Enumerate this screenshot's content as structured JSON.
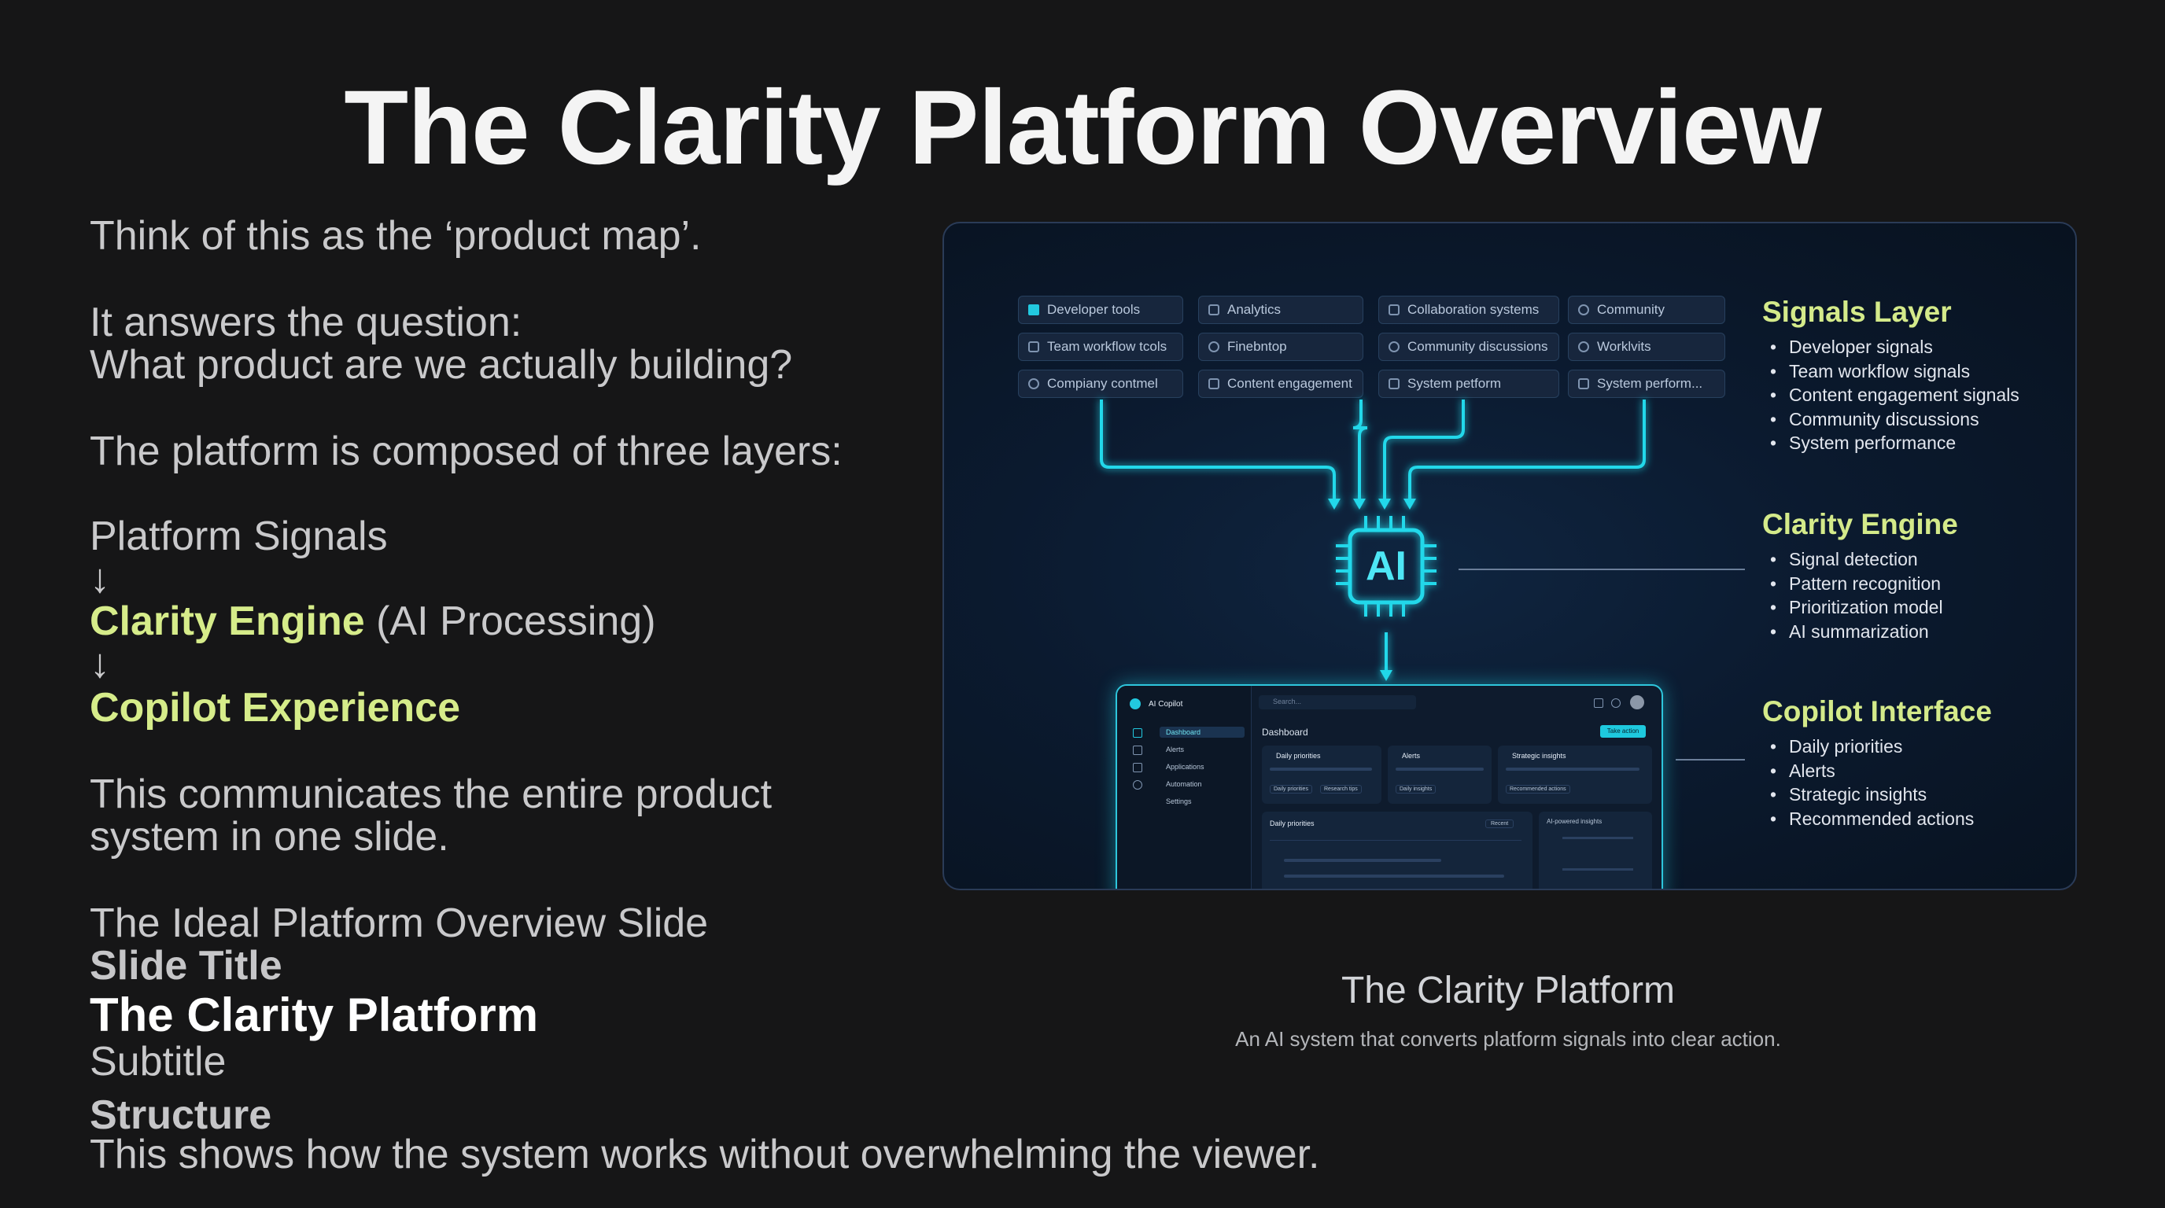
{
  "slide": {
    "title": "The Clarity Platform Overview"
  },
  "left": {
    "intro": "Think of this as the ‘product map’.",
    "question_lead": "It answers the question:",
    "question": "What product are we actually building?",
    "layers_intro": "The platform is composed of three layers:",
    "layer1": "Platform Signals",
    "arrow": "↓",
    "layer2_name": "Clarity Engine",
    "layer2_note": "(AI Processing)",
    "layer3": "Copilot Experience",
    "communicates_line1": "This communicates the entire product",
    "communicates_line2": "system in one slide.",
    "ideal_heading": "The Ideal Platform Overview Slide",
    "slide_title_label": "Slide Title",
    "slide_title_value": "The Clarity Platform",
    "subtitle_label": "Subtitle",
    "structure_label": "Structure",
    "structure_text": "This shows how the system works without overwhelming the viewer."
  },
  "diagram": {
    "tiles": [
      [
        "Developer tools",
        "Analytics",
        "Collaboration systems",
        "Community"
      ],
      [
        "Team workflow tcols",
        "Finebntop",
        "Community discussions",
        "Worklvits"
      ],
      [
        "Compiany contmel",
        "Content engagement",
        "System petform",
        "System perform..."
      ]
    ],
    "chip_label": "AI",
    "dashboard": {
      "app_name": "AI Copilot",
      "search_placeholder": "Search...",
      "page_title": "Dashboard",
      "action_button": "Take action",
      "nav": [
        "Dashboard",
        "Alerts",
        "Applications",
        "Automation",
        "Settings"
      ],
      "cards": [
        "Daily priorities",
        "Alerts",
        "Strategic insights"
      ],
      "card_tags": [
        "Daily priorities",
        "Research tips",
        "Daily insights",
        "Recommended actions"
      ],
      "lower_title": "Daily priorities",
      "lower_filter": "Recent",
      "side_title": "AI-powered insights"
    },
    "sections": [
      {
        "title": "Signals Layer",
        "items": [
          "Developer signals",
          "Team workflow signals",
          "Content engagement signals",
          "Community discussions",
          "System performance"
        ]
      },
      {
        "title": "Clarity Engine",
        "items": [
          "Signal detection",
          "Pattern recognition",
          "Prioritization model",
          "AI summarization"
        ]
      },
      {
        "title": "Copilot Interface",
        "items": [
          "Daily priorities",
          "Alerts",
          "Strategic insights",
          "Recommended actions"
        ]
      }
    ],
    "caption_title": "The Clarity Platform",
    "caption_subtitle": "An AI system that converts platform signals into clear action."
  },
  "colors": {
    "background": "#161617",
    "accent_green": "#d6ec8a",
    "accent_cyan": "#22d8ea",
    "panel": "#0b1a2f"
  }
}
